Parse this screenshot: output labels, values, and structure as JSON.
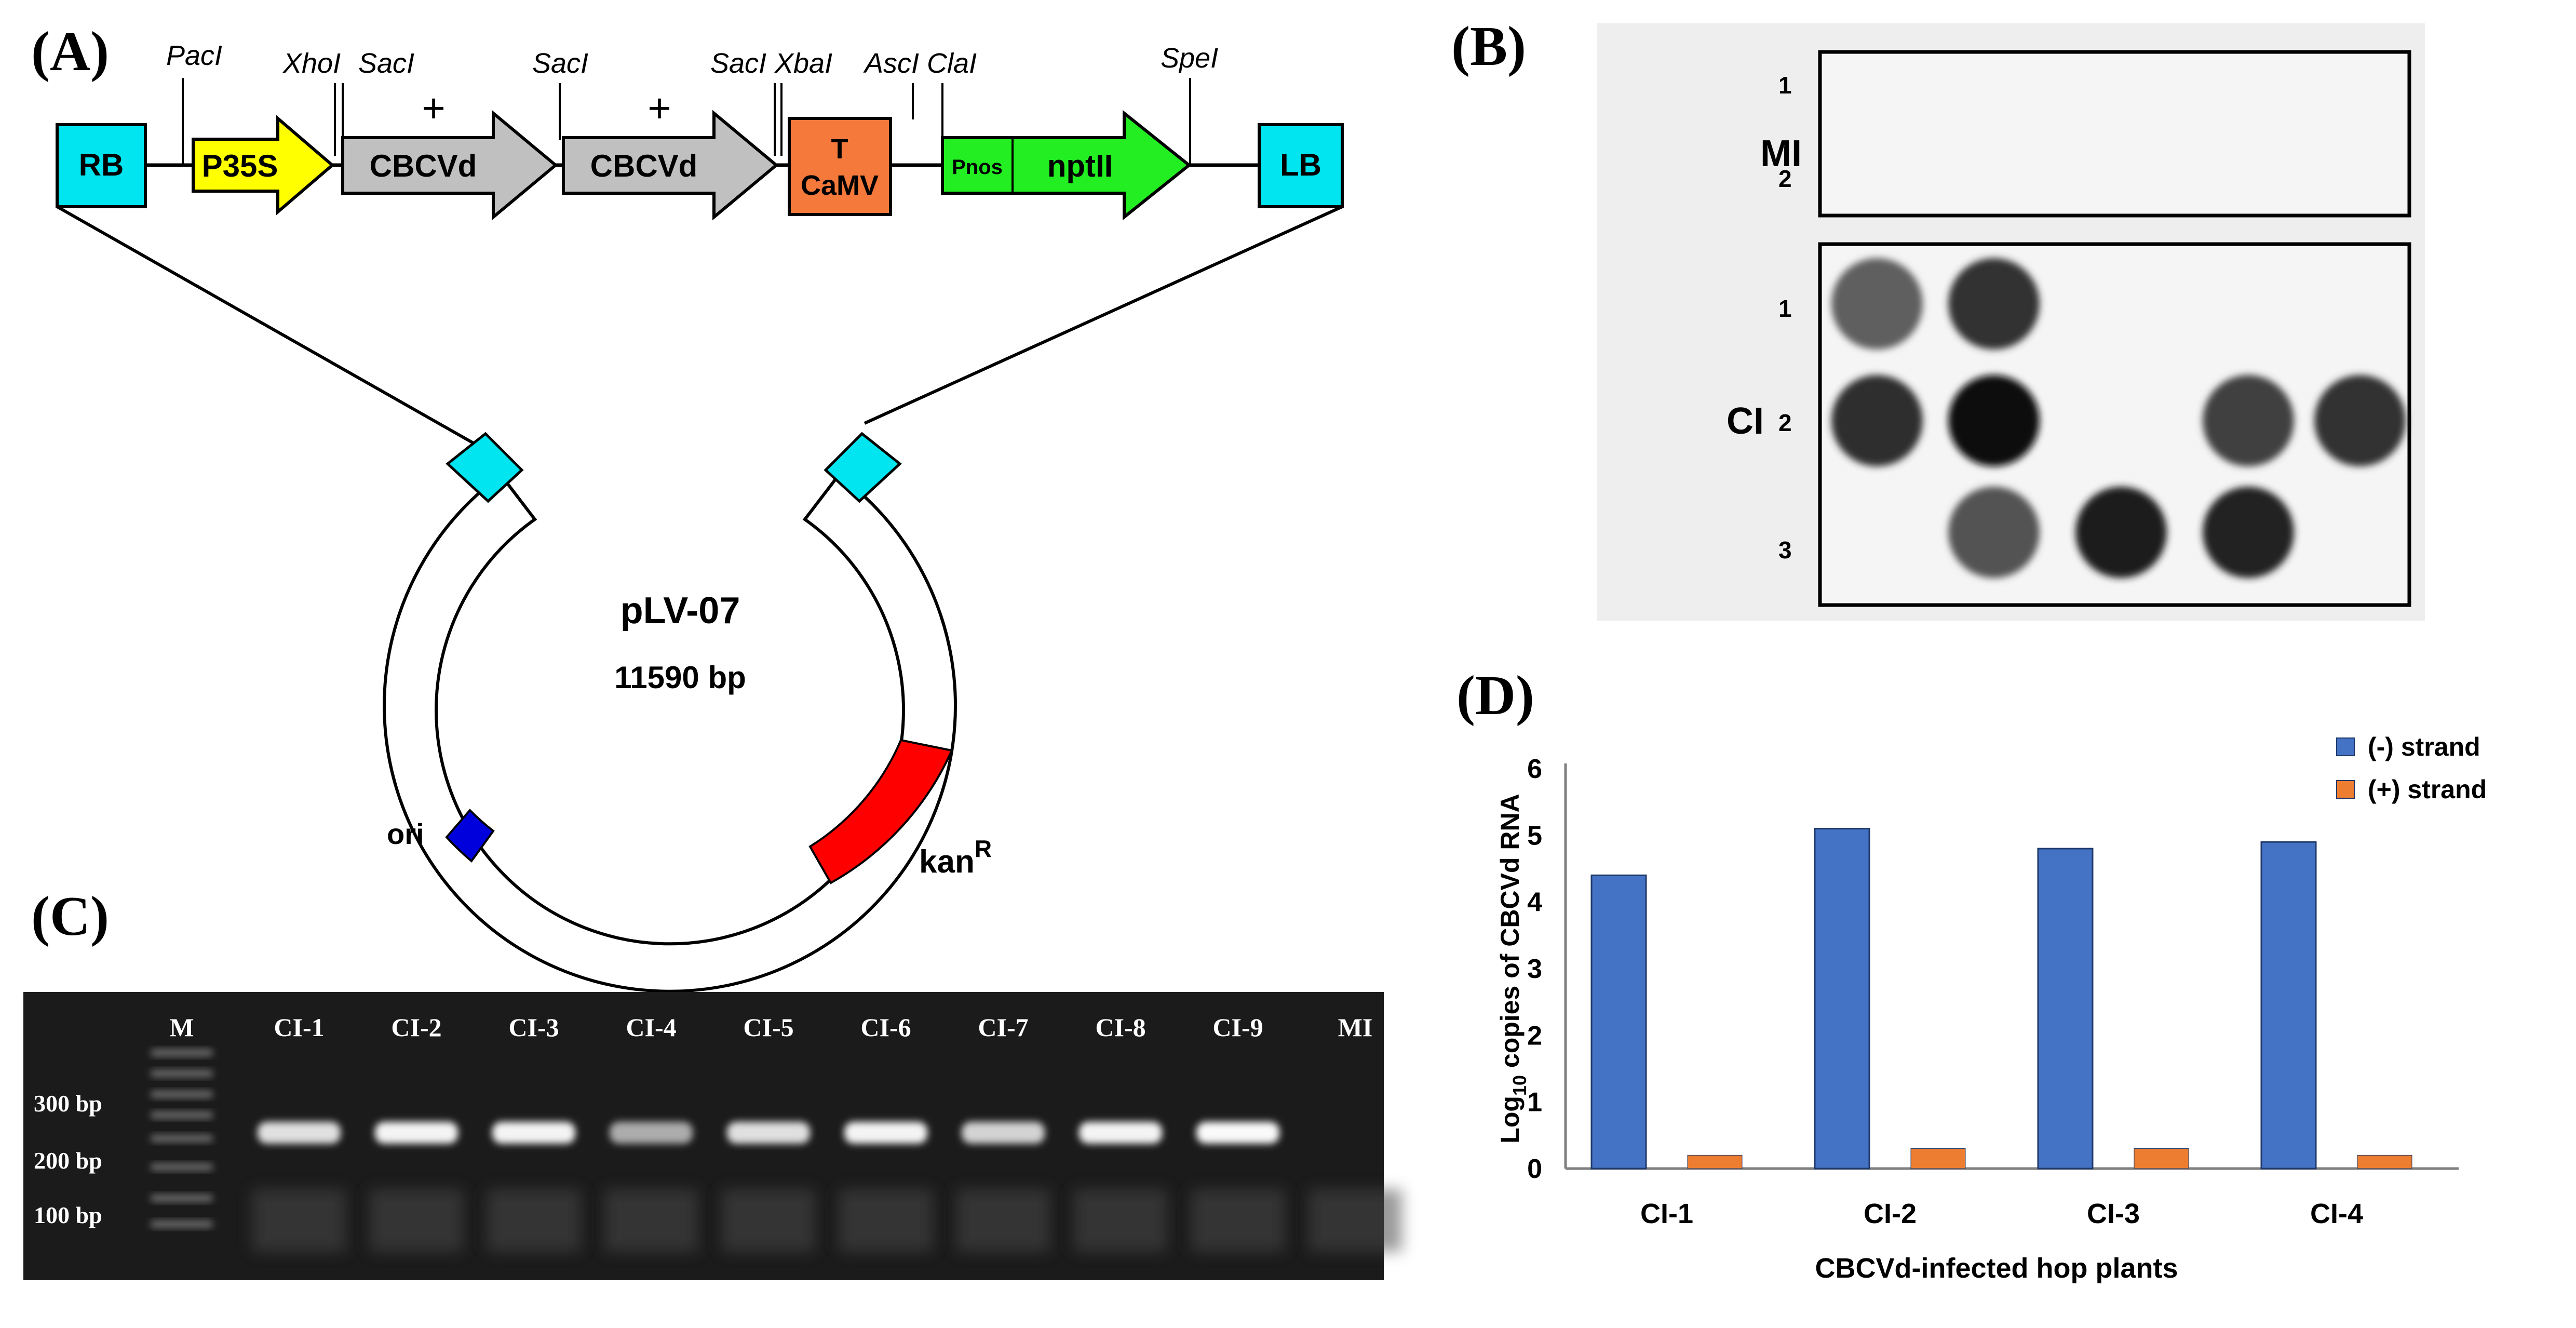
{
  "panels": {
    "a": {
      "label": "(A)",
      "sites": {
        "pac": "PacI",
        "xho": "XhoI",
        "sac1": "SacI",
        "sac2": "SacI",
        "sac3": "SacI",
        "xba": "XbaI",
        "asc": "AscI",
        "cla": "ClaI",
        "spe": "SpeI"
      },
      "plus1": "+",
      "plus2": "+",
      "rb": "RB",
      "promoter": "P35S",
      "cbcvd1": "CBCVd",
      "cbcvd2": "CBCVd",
      "term_line1": "T",
      "term_line2": "CaMV",
      "pnos": "Pnos",
      "nptii": "nptII",
      "lb": "LB",
      "plasmid_name": "pLV-07",
      "plasmid_size": "11590 bp",
      "ori": "ori",
      "kan": "kan",
      "kan_sup": "R",
      "colors": {
        "border": "#00e5f0",
        "promoter": "#ffff00",
        "cbcvd": "#c0c0c0",
        "terminator": "#f4793b",
        "nptii": "#22ee22",
        "ori": "#0000dd",
        "kan": "#ff0000"
      }
    },
    "b": {
      "label": "(B)",
      "mi_label": "MI",
      "ci_label": "CI",
      "mi_rows": [
        "1",
        "2"
      ],
      "ci_rows": [
        "1",
        "2",
        "3"
      ],
      "dots": [
        {
          "row": 1,
          "col": 1,
          "intensity": 0.55
        },
        {
          "row": 1,
          "col": 2,
          "intensity": 0.8
        },
        {
          "row": 2,
          "col": 1,
          "intensity": 0.82
        },
        {
          "row": 2,
          "col": 2,
          "intensity": 1.0
        },
        {
          "row": 2,
          "col": 4,
          "intensity": 0.72
        },
        {
          "row": 2,
          "col": 5,
          "intensity": 0.8
        },
        {
          "row": 3,
          "col": 2,
          "intensity": 0.62
        },
        {
          "row": 3,
          "col": 3,
          "intensity": 0.92
        },
        {
          "row": 3,
          "col": 4,
          "intensity": 0.88
        }
      ]
    },
    "c": {
      "label": "(C)",
      "lanes": [
        "M",
        "CI-1",
        "CI-2",
        "CI-3",
        "CI-4",
        "CI-5",
        "CI-6",
        "CI-7",
        "CI-8",
        "CI-9",
        "MI"
      ],
      "band_intensity": [
        0,
        0.8,
        0.95,
        0.95,
        0.4,
        0.8,
        0.95,
        0.7,
        0.95,
        1.0,
        0
      ],
      "markers": [
        "300 bp",
        "200 bp",
        "100 bp"
      ]
    },
    "d": {
      "label": "(D)"
    }
  },
  "chart_data": {
    "type": "bar",
    "categories": [
      "CI-1",
      "CI-2",
      "CI-3",
      "CI-4"
    ],
    "series": [
      {
        "name": "(-) strand",
        "color": "#4472c4",
        "values": [
          4.4,
          5.1,
          4.8,
          4.9
        ]
      },
      {
        "name": "(+) strand",
        "color": "#ed7d31",
        "values": [
          0.2,
          0.3,
          0.3,
          0.2
        ]
      }
    ],
    "xlabel": "CBCVd-infected hop plants",
    "ylabel_prefix": "Log",
    "ylabel_sub": "10",
    "ylabel_suffix": " copies of CBCVd RNA",
    "ylim": [
      0,
      6
    ],
    "yticks": [
      "0",
      "1",
      "2",
      "3",
      "4",
      "5",
      "6"
    ],
    "legend_position": "top-right",
    "grid": false
  }
}
